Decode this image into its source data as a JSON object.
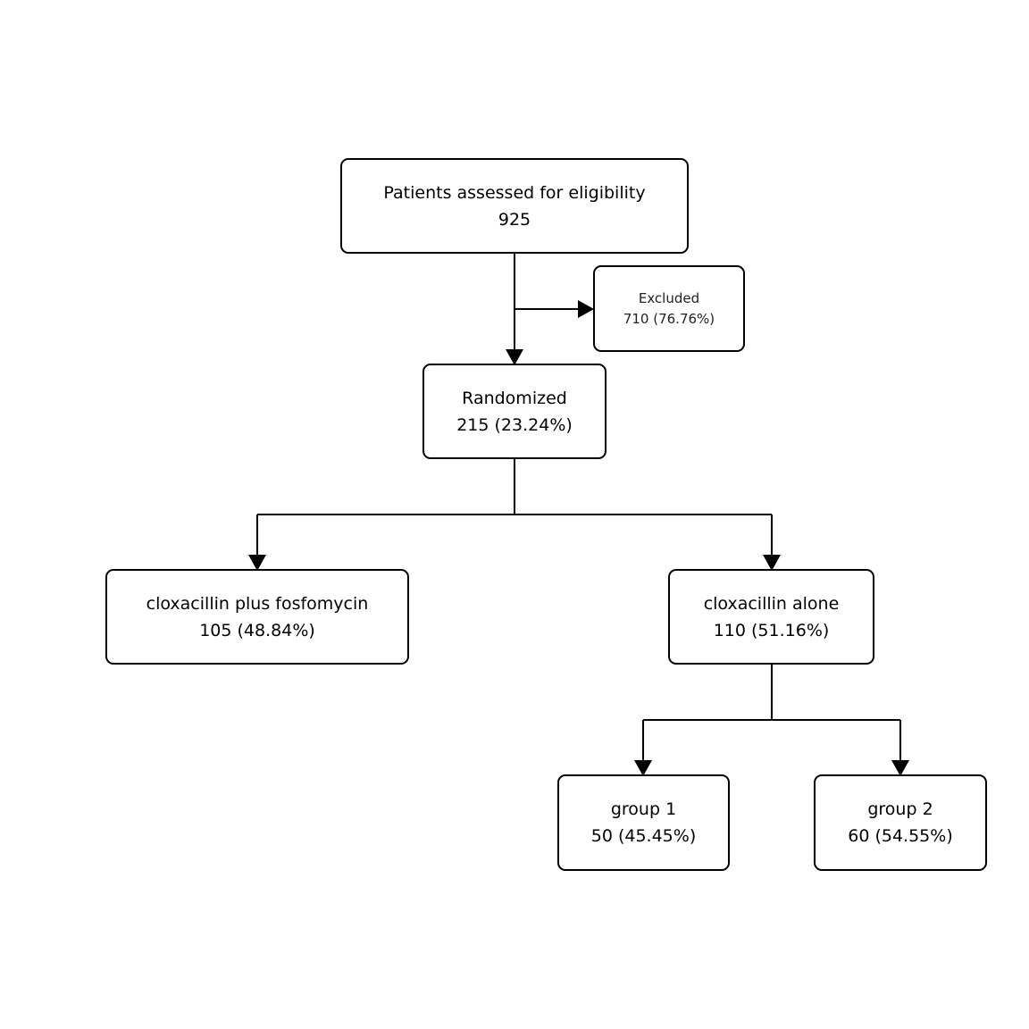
{
  "nodes": {
    "assessed": {
      "label": "Patients assessed for eligibility",
      "count": "925"
    },
    "excluded": {
      "label": "Excluded",
      "count": "710 (76.76%)"
    },
    "randomized": {
      "label": "Randomized",
      "count": "215 (23.24%)"
    },
    "arm_combo": {
      "label": "cloxacillin plus fosfomycin",
      "count": "105 (48.84%)"
    },
    "arm_alone": {
      "label": "cloxacillin alone",
      "count": "110 (51.16%)"
    },
    "group1": {
      "label": "group 1",
      "count": "50 (45.45%)"
    },
    "group2": {
      "label": "group 2",
      "count": "60 (54.55%)"
    }
  },
  "colors": {
    "stroke": "#000000",
    "background": "#ffffff"
  }
}
